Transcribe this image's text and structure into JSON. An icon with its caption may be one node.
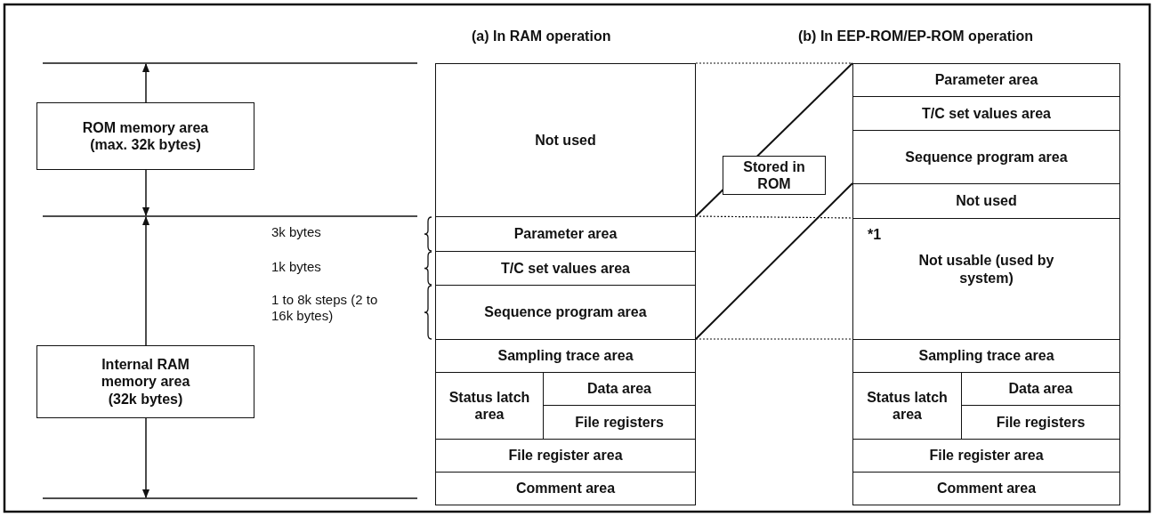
{
  "diagram": {
    "nodes": [
      {
        "text": [
          "ROM memory area (max. 32k bytes)"
        ]
      },
      {
        "text": [
          "Internal RAM memory area (32k bytes)"
        ]
      },
      {
        "text": [
          "Not used"
        ]
      },
      {
        "text": [
          "Parameter area"
        ]
      },
      {
        "text": [
          "T/C set values area"
        ]
      },
      {
        "text": [
          "Sequence program area"
        ]
      },
      {
        "text": [
          "Sampling trace area"
        ]
      },
      {
        "text": [
          "Status latch area"
        ]
      },
      {
        "text": [
          "Data area"
        ]
      },
      {
        "text": [
          "File registers"
        ]
      },
      {
        "text": [
          "File register area"
        ]
      },
      {
        "text": [
          "Comment area"
        ]
      },
      {
        "text": [
          "Parameter area"
        ]
      },
      {
        "text": [
          "T/C set values area"
        ]
      },
      {
        "text": [
          "Sequence program area"
        ]
      },
      {
        "text": [
          "Not used"
        ]
      },
      {
        "text": [
          "*1",
          "Not usable (used by system)"
        ]
      },
      {
        "text": [
          "Sampling trace area"
        ]
      },
      {
        "text": [
          "Status latch area"
        ]
      },
      {
        "text": [
          "Data area"
        ]
      },
      {
        "text": [
          "File registers"
        ]
      },
      {
        "text": [
          "File register area"
        ]
      },
      {
        "text": [
          "Comment area"
        ]
      }
    ],
    "edges": [
      {
        "from": 3,
        "to": 12,
        "arrow": "none",
        "label": "Stored in ROM"
      },
      {
        "from": 5,
        "to": 14,
        "arrow": "none"
      },
      {
        "from": 2,
        "to": 12,
        "arrow": "none",
        "style": "dashed"
      },
      {
        "from": 3,
        "to": 15,
        "arrow": "none",
        "style": "dashed"
      },
      {
        "from": 6,
        "to": 17,
        "arrow": "none",
        "style": "dashed"
      }
    ],
    "labels": [
      "(a) In RAM operation",
      "(b) In EEP-ROM/EP-ROM operation",
      "3k bytes",
      "1k bytes",
      "1 to 8k steps (2 to 16k bytes)"
    ]
  }
}
